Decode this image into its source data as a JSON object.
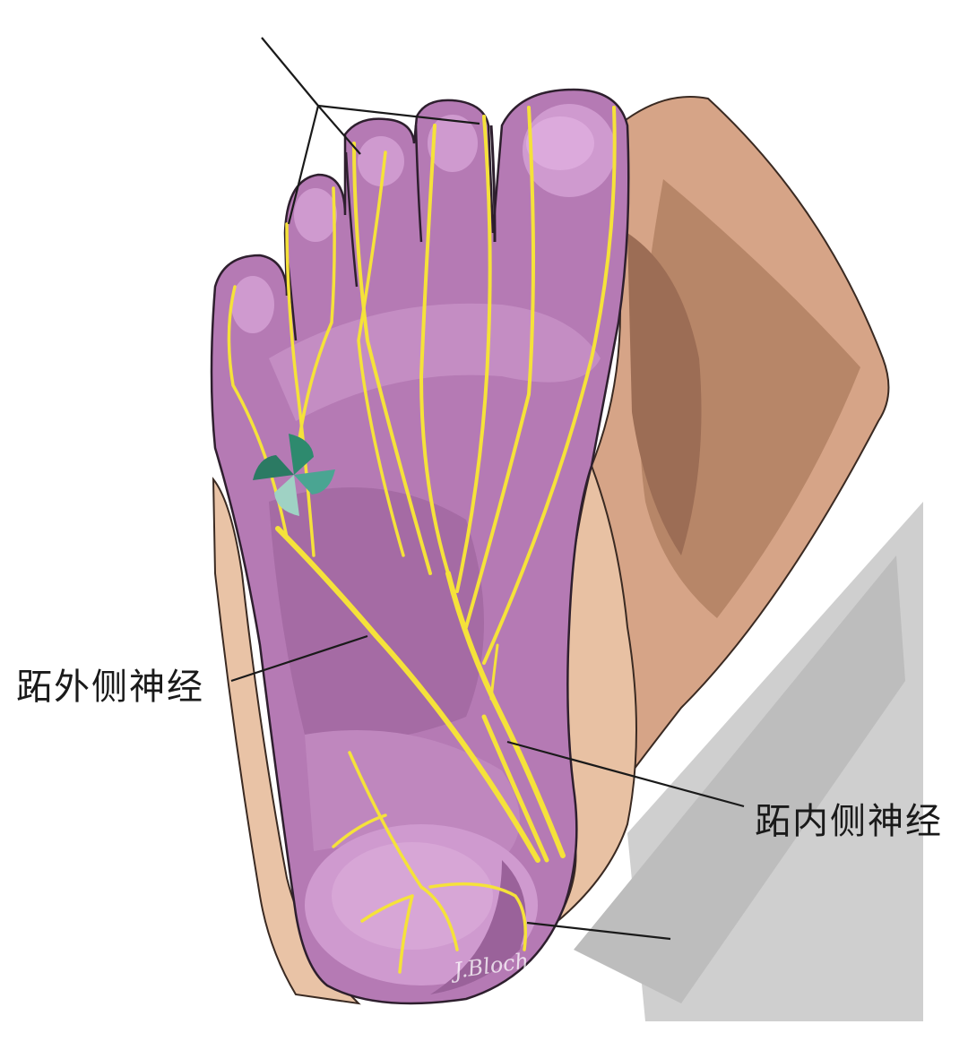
{
  "labels": {
    "lateral_plantar_nerve": "跖外侧神经",
    "medial_plantar_nerve": "跖内侧神经"
  },
  "signature": "J.Bloch",
  "colors": {
    "sole": "#b57ab4",
    "sole_dark": "#8e5a8f",
    "sole_light": "#d19cd0",
    "nerve": "#f5e23a",
    "skin": "#d9a98a",
    "skin_dark": "#a97a62",
    "shadow": "#c8c8c8",
    "leader_line": "#1a1a1a"
  },
  "icons": [
    "pinwheel-logo-icon"
  ]
}
